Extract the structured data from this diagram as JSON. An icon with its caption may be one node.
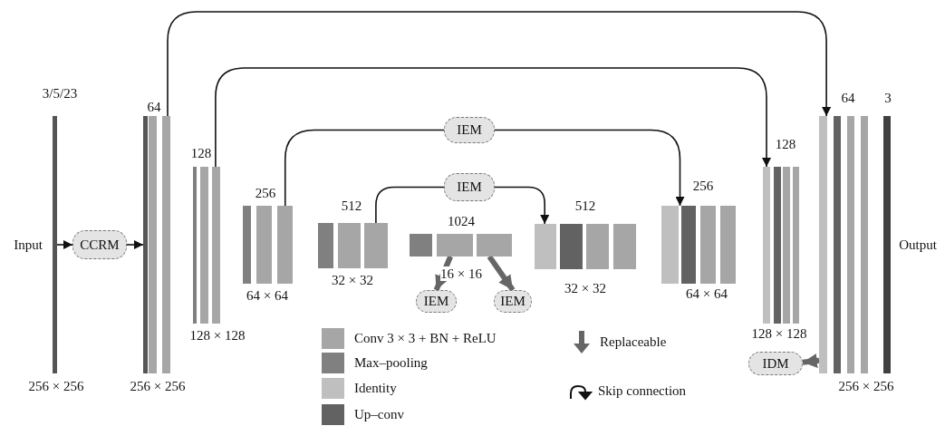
{
  "diagram": {
    "nodes": [
      {
        "text": [
          "3/5/23"
        ],
        "beside": [
          "Input",
          "256 × 256"
        ]
      },
      {
        "text": [
          "CCRM"
        ]
      },
      {
        "text": [
          "64"
        ],
        "beside": [
          "256 × 256"
        ]
      },
      {
        "text": [
          "128"
        ],
        "beside": [
          "128 × 128"
        ]
      },
      {
        "text": [
          "256"
        ],
        "beside": [
          "64 × 64"
        ]
      },
      {
        "text": [
          "512"
        ],
        "beside": [
          "32 × 32"
        ]
      },
      {
        "text": [
          "1024"
        ],
        "beside": [
          "16 × 16"
        ]
      },
      {
        "text": [
          "IEM"
        ]
      },
      {
        "text": [
          "IEM"
        ]
      },
      {
        "text": [
          "IEM"
        ]
      },
      {
        "text": [
          "IEM"
        ]
      },
      {
        "text": [
          "512"
        ],
        "beside": [
          "32 × 32"
        ]
      },
      {
        "text": [
          "256"
        ],
        "beside": [
          "64 × 64"
        ]
      },
      {
        "text": [
          "128"
        ],
        "beside": [
          "128 × 128"
        ]
      },
      {
        "text": [
          "64"
        ],
        "beside": [
          "256 × 256"
        ]
      },
      {
        "text": [
          "3"
        ],
        "beside": [
          "Output"
        ]
      },
      {
        "text": [
          "IDM"
        ]
      }
    ],
    "edges": [
      {
        "from": 0,
        "to": 1,
        "arrow": "to"
      },
      {
        "from": 1,
        "to": 2,
        "arrow": "to"
      },
      {
        "from": 2,
        "to": 14,
        "arrow": "to"
      },
      {
        "from": 3,
        "to": 13,
        "arrow": "to"
      },
      {
        "from": 4,
        "to": 10,
        "arrow": "none"
      },
      {
        "from": 10,
        "to": 12,
        "arrow": "to"
      },
      {
        "from": 5,
        "to": 9,
        "arrow": "none"
      },
      {
        "from": 9,
        "to": 11,
        "arrow": "to"
      },
      {
        "from": 6,
        "to": 7,
        "arrow": "to",
        "style": "thick",
        "color": "#666666"
      },
      {
        "from": 6,
        "to": 8,
        "arrow": "to",
        "style": "thick",
        "color": "#666666"
      },
      {
        "from": 14,
        "to": 16,
        "arrow": "to",
        "style": "thick",
        "color": "#666666"
      }
    ],
    "legend": [
      {
        "text": "Conv 3 × 3 + BN + ReLU",
        "color": "#a6a6a6"
      },
      {
        "text": "Max–pooling",
        "color": "#808080"
      },
      {
        "text": "Identity",
        "color": "#bfbfbf"
      },
      {
        "text": "Up–conv",
        "color": "#626262"
      },
      {
        "text": "Replaceable"
      },
      {
        "text": "Skip connection"
      }
    ]
  }
}
